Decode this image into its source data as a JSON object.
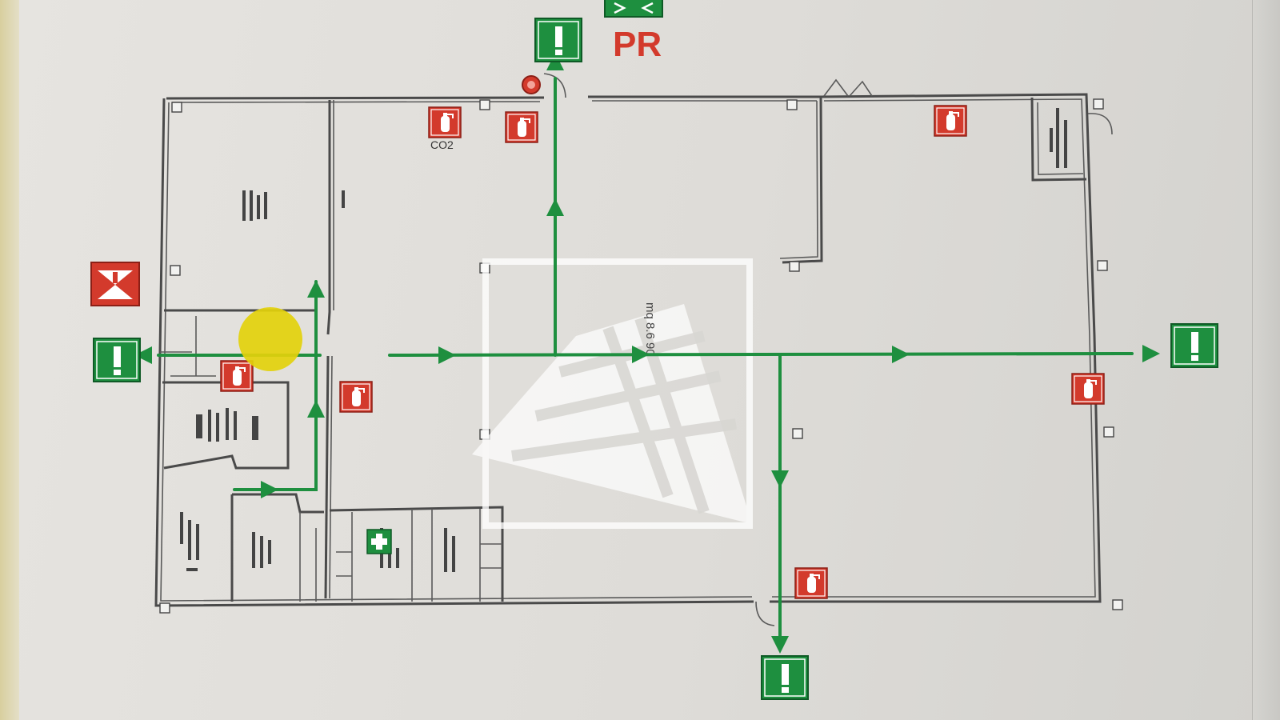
{
  "plan": {
    "assembly_point_label": "PR",
    "extinguisher_label": "CO2",
    "area_label": "mq  8.6 90",
    "colors": {
      "escape_route": "#1e8f3f",
      "extinguisher": "#d33a2c",
      "exit_sign": "#1e8f3f",
      "you_are_here": "#e3d10b",
      "alarm_button": "#d33a2c"
    },
    "symbols": [
      "emergency-exit-sign-icon",
      "fire-extinguisher-icon",
      "fire-hydrant-icon",
      "first-aid-icon",
      "fire-alarm-button-icon",
      "assembly-point-sign-icon",
      "you-are-here-marker",
      "watermark-logo"
    ]
  }
}
